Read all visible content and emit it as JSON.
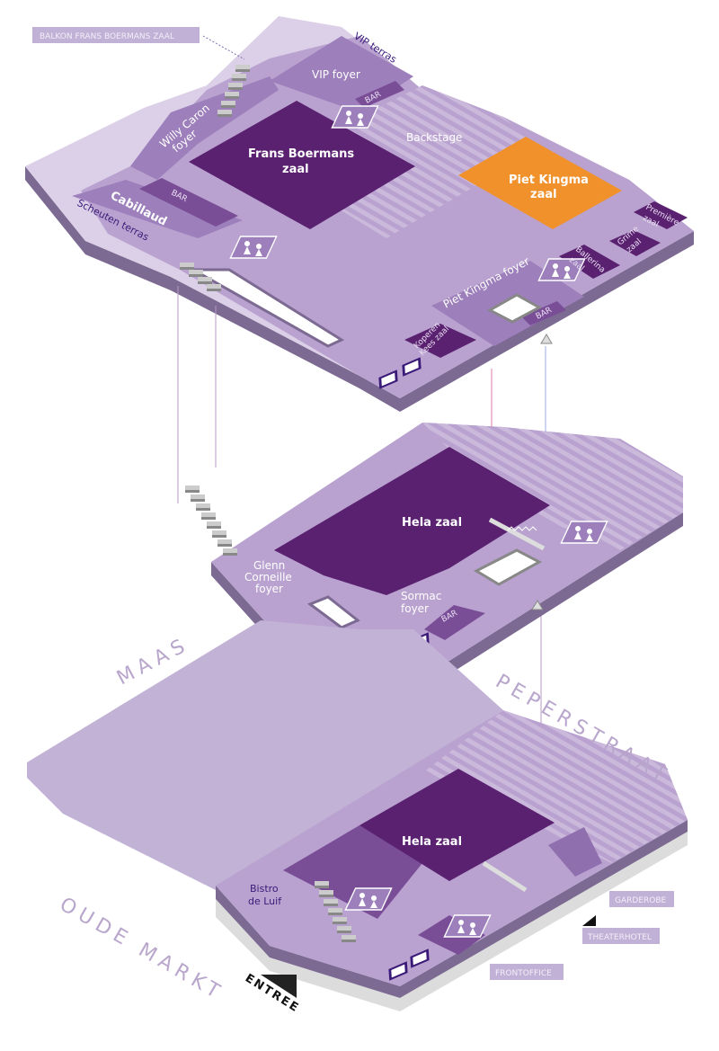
{
  "title": "Plattegrond Theater Rotterdam",
  "colors": {
    "outer": "#dcd0e8",
    "floor": "#b9a2cf",
    "corridor": "#9c7fbb",
    "room_dark": "#5a2170",
    "room_mid": "#7a4e97",
    "orange": "#f0912c",
    "edge": "#7c6a92"
  },
  "top_floor": {
    "balkon_tag": "BALKON FRANS BOERMANS ZAAL",
    "vip_terras": "VIP terras",
    "vip_foyer": "VIP foyer",
    "bar_vip": "BAR",
    "willy_caron_1": "Willy Caron",
    "willy_caron_2": "foyer",
    "frans_1": "Frans Boermans",
    "frans_2": "zaal",
    "backstage": "Backstage",
    "piet_1": "Piet Kingma",
    "piet_2": "zaal",
    "cabillaud": "Cabillaud",
    "bar_cabillaud": "BAR",
    "scheuten_terras": "Scheuten terras",
    "premiere_1": "Première",
    "premiere_2": "zaal",
    "grime_1": "Grime",
    "grime_2": "zaal",
    "ballerina_1": "Ballerina",
    "ballerina_2": "zaal",
    "piet_foyer": "Piet Kingma foyer",
    "bar_piet": "BAR",
    "koperen_1": "Koperen",
    "koperen_2": "Kees zaal"
  },
  "middle_floor": {
    "hela": "Hela zaal",
    "glenn_1": "Glenn",
    "glenn_2": "Corneille",
    "glenn_3": "foyer",
    "sormac_1": "Sormac",
    "sormac_2": "foyer",
    "bar": "BAR"
  },
  "ground_floor": {
    "hela": "Hela zaal",
    "bistro_1": "Bistro",
    "bistro_2": "de Luif",
    "garderobe_tag": "GARDEROBE",
    "theaterhotel_tag": "THEATERHOTEL",
    "frontoffice_tag": "FRONTOFFICE",
    "entree": "ENTREE"
  },
  "streets": {
    "maas": "MAAS",
    "peperstraat": "PEPERSTRAAT",
    "oude_markt": "OUDE MARKT"
  },
  "icons": [
    "toilet-icon",
    "elevator-icon",
    "stairs-icon",
    "escalator-icon",
    "arrow-icon"
  ]
}
